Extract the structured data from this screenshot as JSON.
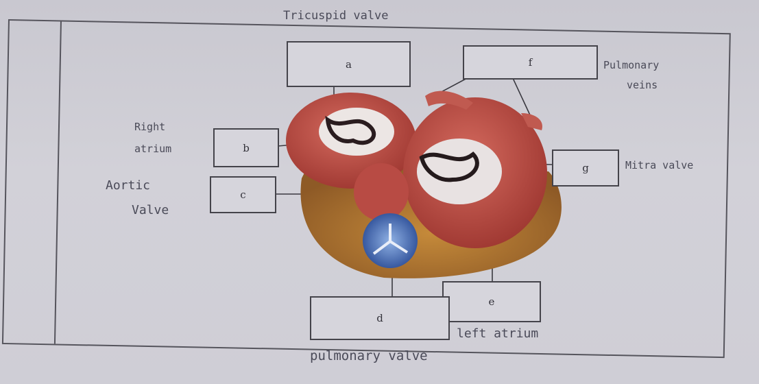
{
  "labels": {
    "tricuspid": "Tricuspid valve",
    "right_atrium_1": "Right",
    "right_atrium_2": "atrium",
    "aortic_1": "Aortic",
    "aortic_2": "Valve",
    "pulmonary_veins_1": "Pulmonary",
    "pulmonary_veins_2": "veins",
    "mitral": "Mitra valve",
    "left_atrium": "left atrium",
    "pulmonary_valve": "pulmonary valve"
  },
  "boxes": {
    "a": "a",
    "b": "b",
    "c": "c",
    "d": "d",
    "e": "e",
    "f": "f",
    "g": "g"
  },
  "colors": {
    "background": "#cfced6",
    "ink": "#4a4a58",
    "heart": "#b8443c",
    "valve_blue": "#3c5fa8"
  }
}
